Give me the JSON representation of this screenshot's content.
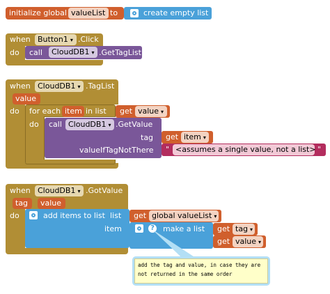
{
  "colors": {
    "event": "#b18e35",
    "procedure": "#7a5799",
    "list": "#4aa1d9",
    "variable": "#d05f2d",
    "text": "#b32d5e",
    "comment": "#ffffc9"
  },
  "global_block": {
    "label": "initialize global",
    "var_name": "valueList",
    "to": "to",
    "empty_list": "create empty list"
  },
  "event1": {
    "when": "when",
    "component": "Button1",
    "event": ".Click",
    "do": "do",
    "call": "call",
    "db": "CloudDB1",
    "method": ".GetTagList"
  },
  "event2": {
    "when": "when",
    "component": "CloudDB1",
    "event": ".TagList",
    "param": "value",
    "do": "do",
    "for_each": "for each",
    "item_var": "item",
    "in_list": "in list",
    "get": "get",
    "get_value": "value",
    "do_inner": "do",
    "call": "call",
    "db": "CloudDB1",
    "method": ".GetValue",
    "tag_label": "tag",
    "get_item": "item",
    "if_not_there_label": "valueIfTagNotThere",
    "quote_open": "\"",
    "text_value": "<assumes a single value, not a list>",
    "quote_close": "\""
  },
  "event3": {
    "when": "when",
    "component": "CloudDB1",
    "event": ".GotValue",
    "param_tag": "tag",
    "param_value": "value",
    "do": "do",
    "add_items": "add items to list",
    "list_label": "list",
    "get": "get",
    "global_var": "global valueList",
    "item_label": "item",
    "question": "?",
    "make_list": "make a list",
    "get_tag": "tag",
    "get_value": "value",
    "comment": "add the tag and value, in case they are not returned in the same order"
  },
  "icons": {
    "dropdown": "▾",
    "gear": "gear-icon",
    "help": "question-icon"
  }
}
